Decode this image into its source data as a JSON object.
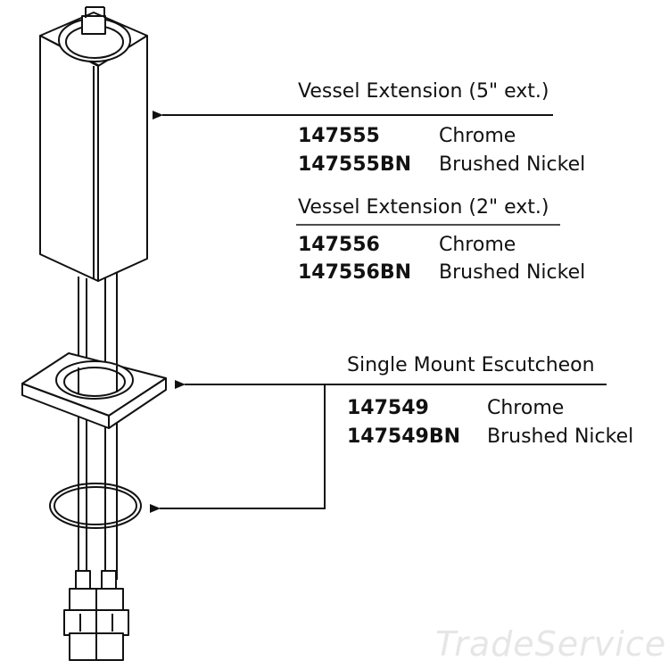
{
  "groups": [
    {
      "title": "Vessel Extension  (5\" ext.)",
      "parts": [
        {
          "number": "147555",
          "finish": "Chrome"
        },
        {
          "number": "147555BN",
          "finish": "Brushed Nickel"
        }
      ]
    },
    {
      "title": "Vessel Extension  (2\" ext.)",
      "parts": [
        {
          "number": "147556",
          "finish": "Chrome"
        },
        {
          "number": "147556BN",
          "finish": "Brushed Nickel"
        }
      ]
    },
    {
      "title": "Single Mount Escutcheon",
      "parts": [
        {
          "number": "147549",
          "finish": "Chrome"
        },
        {
          "number": "147549BN",
          "finish": "Brushed Nickel"
        }
      ]
    }
  ],
  "watermark": "TradeService",
  "colors": {
    "line": "#111111",
    "watermark": "#e6e6e6"
  }
}
